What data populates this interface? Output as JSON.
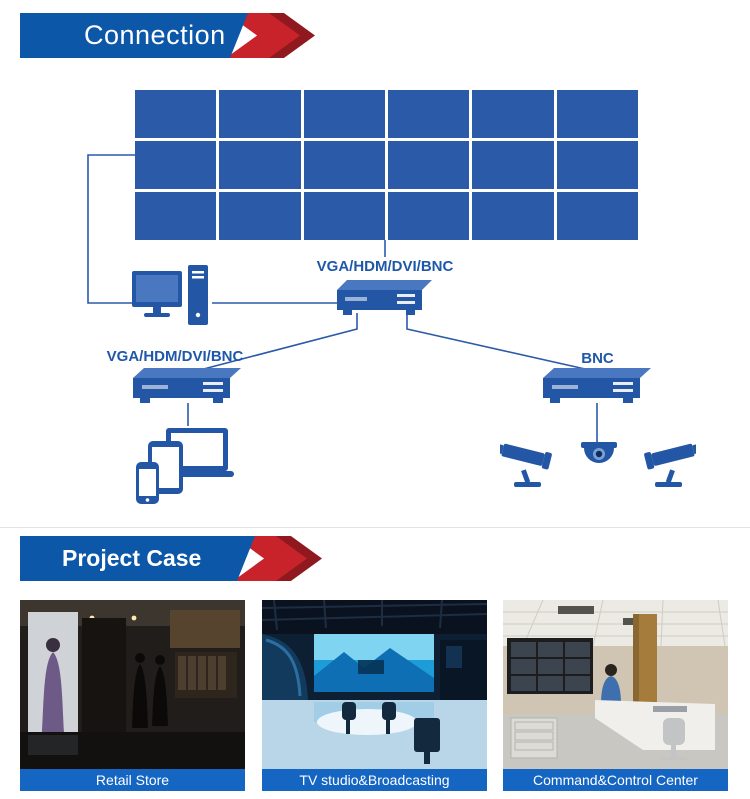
{
  "connection": {
    "heading": "Connection",
    "wall": {
      "rows": 3,
      "cols": 6
    },
    "labels": {
      "controller": "VGA/HDM/DVI/BNC",
      "sources": "VGA/HDM/DVI/BNC",
      "cameras": "BNC"
    }
  },
  "project_case": {
    "heading": "Project Case",
    "projects": [
      {
        "caption": "Retail Store"
      },
      {
        "caption": "TV studio&Broadcasting"
      },
      {
        "caption": "Command&Control Center"
      }
    ]
  },
  "colors": {
    "banner_blue": "#0d57a9",
    "accent_red": "#c8222a",
    "accent_red_dark": "#8f191f",
    "panel_blue": "#2a5aa8",
    "device_blue": "#2456a6",
    "device_top_blue": "#4a78c0",
    "caption_blue": "#1566c2",
    "label_blue": "#1f58a8"
  }
}
